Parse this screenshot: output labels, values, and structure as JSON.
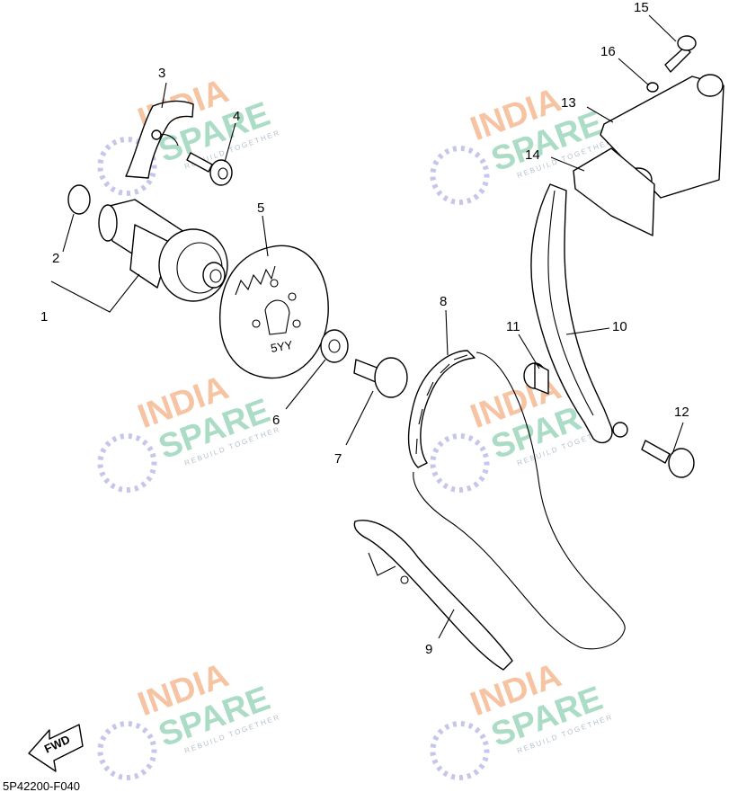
{
  "diagram": {
    "callouts": [
      "1",
      "2",
      "3",
      "4",
      "5",
      "6",
      "7",
      "8",
      "9",
      "10",
      "11",
      "12",
      "13",
      "14",
      "15",
      "16"
    ],
    "gear_marking": "5YY",
    "fwd_label": "FWD",
    "drawing_code": "5P42200-F040"
  },
  "watermark": {
    "line1": "INDIA",
    "line2": "SPARE",
    "tagline": "REBUILD TOGETHER",
    "colors": {
      "india": "#f4b183",
      "spare": "#8fd1b4",
      "logo": "#b4b4e6"
    }
  }
}
